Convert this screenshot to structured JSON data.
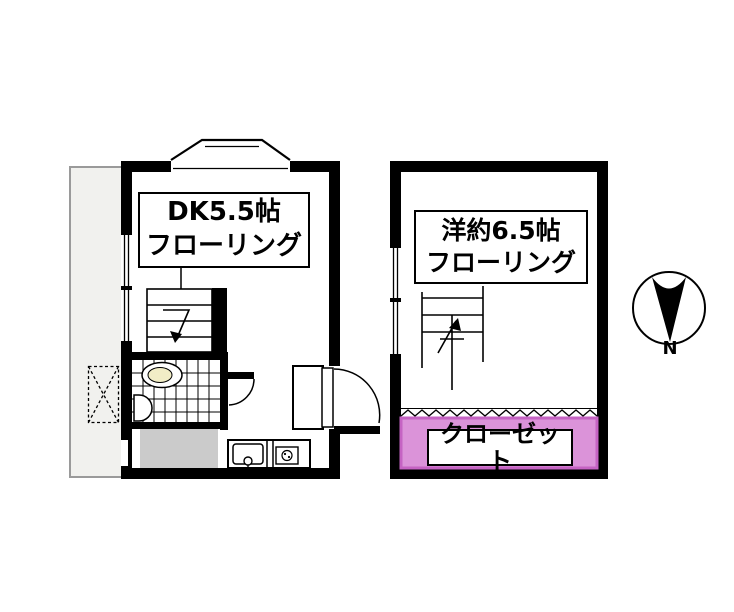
{
  "floor1": {
    "room_label": {
      "line1": "DK5.5帖",
      "line2": "フローリング"
    }
  },
  "floor2": {
    "room_label": {
      "line1": "洋約6.5帖",
      "line2": "フローリング"
    },
    "closet_label": "クローゼット"
  },
  "compass": {
    "north_label": "N"
  },
  "colors": {
    "wall": "#000000",
    "closet_fill": "#db93d9",
    "closet_border": "#c563c3",
    "balcony_fill": "#f1f1ee",
    "balcony_border": "#9a9a9a",
    "genkan_fill": "#cbcbcb",
    "toilet_seat_fill": "#f1edc6",
    "needle_fill": "#000000"
  },
  "icons": {
    "compass_needle": "down-dart-icon",
    "toilet": "toilet-oval-icon",
    "washing_machine_area": "dashed-x-box-icon",
    "kitchen_sink": "sink-basin-faucet-icon",
    "stove": "burner-circle-icon",
    "wash_basin": "half-round-basin-icon"
  }
}
